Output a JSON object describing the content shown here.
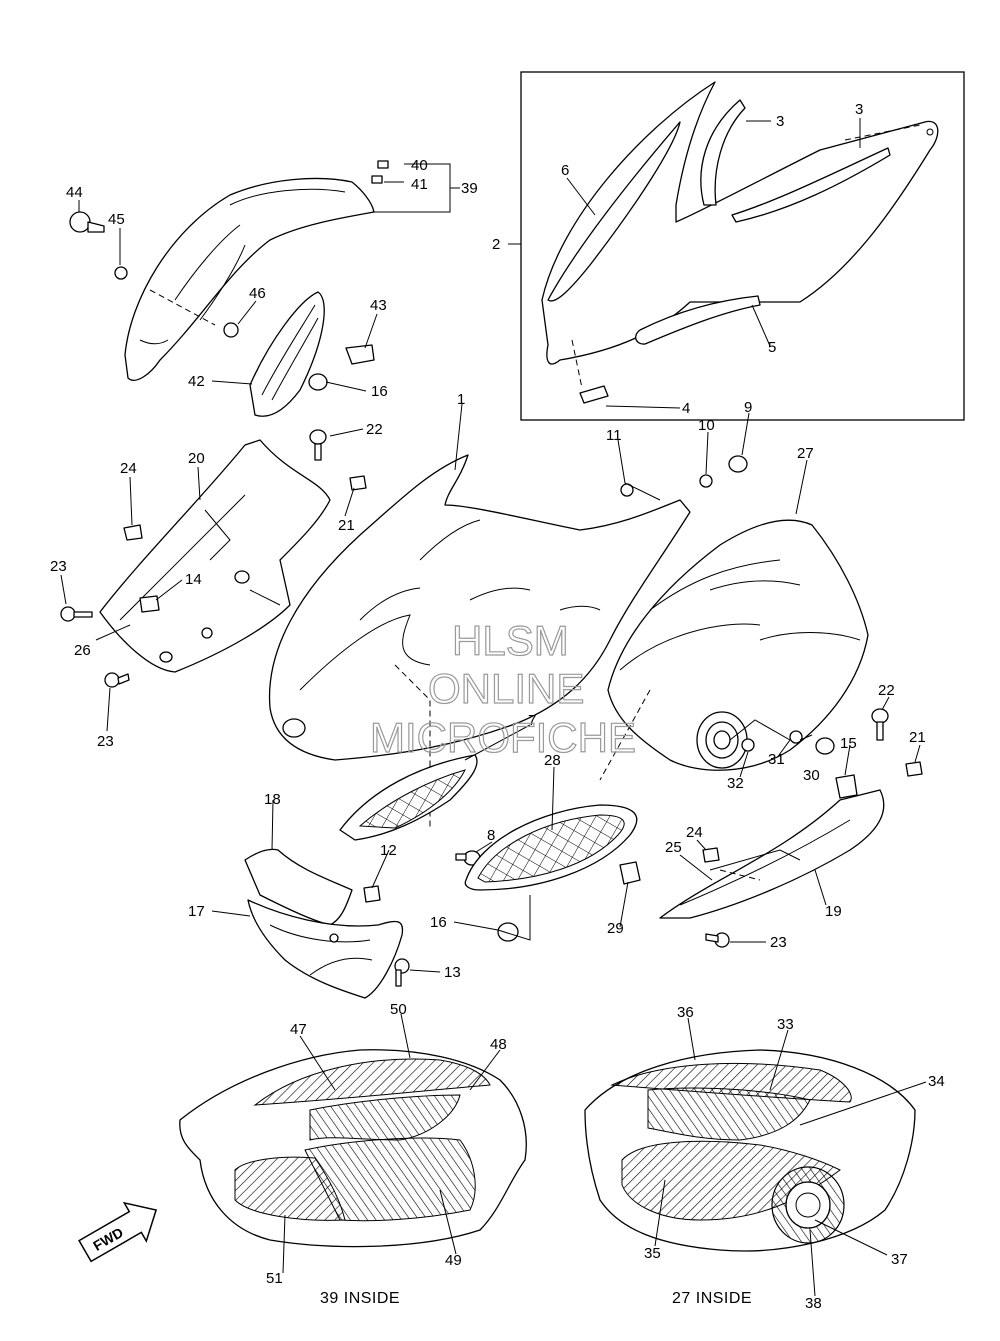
{
  "watermark": {
    "line1": "HLSM",
    "line2": "ONLINE",
    "line3": "MICROFICHE"
  },
  "callouts": {
    "c1": "1",
    "c2": "2",
    "c3a": "3",
    "c3b": "3",
    "c4": "4",
    "c5": "5",
    "c6": "6",
    "c7": "7",
    "c8": "8",
    "c9": "9",
    "c10": "10",
    "c11": "11",
    "c12": "12",
    "c13": "13",
    "c14": "14",
    "c15": "15",
    "c16a": "16",
    "c16b": "16",
    "c17": "17",
    "c18": "18",
    "c19": "19",
    "c20": "20",
    "c21a": "21",
    "c21b": "21",
    "c22a": "22",
    "c22b": "22",
    "c23a": "23",
    "c23b": "23",
    "c23c": "23",
    "c24a": "24",
    "c24b": "24",
    "c25": "25",
    "c26": "26",
    "c27": "27",
    "c28": "28",
    "c29": "29",
    "c30": "30",
    "c31": "31",
    "c32": "32",
    "c33": "33",
    "c34": "34",
    "c35": "35",
    "c36": "36",
    "c37": "37",
    "c38": "38",
    "c39": "39",
    "c40": "40",
    "c41": "41",
    "c42": "42",
    "c43": "43",
    "c44": "44",
    "c45": "45",
    "c46": "46",
    "c47": "47",
    "c48": "48",
    "c49": "49",
    "c50": "50",
    "c51": "51"
  },
  "captions": {
    "left_inside": "39 INSIDE",
    "right_inside": "27 INSIDE",
    "fwd": "FWD"
  }
}
